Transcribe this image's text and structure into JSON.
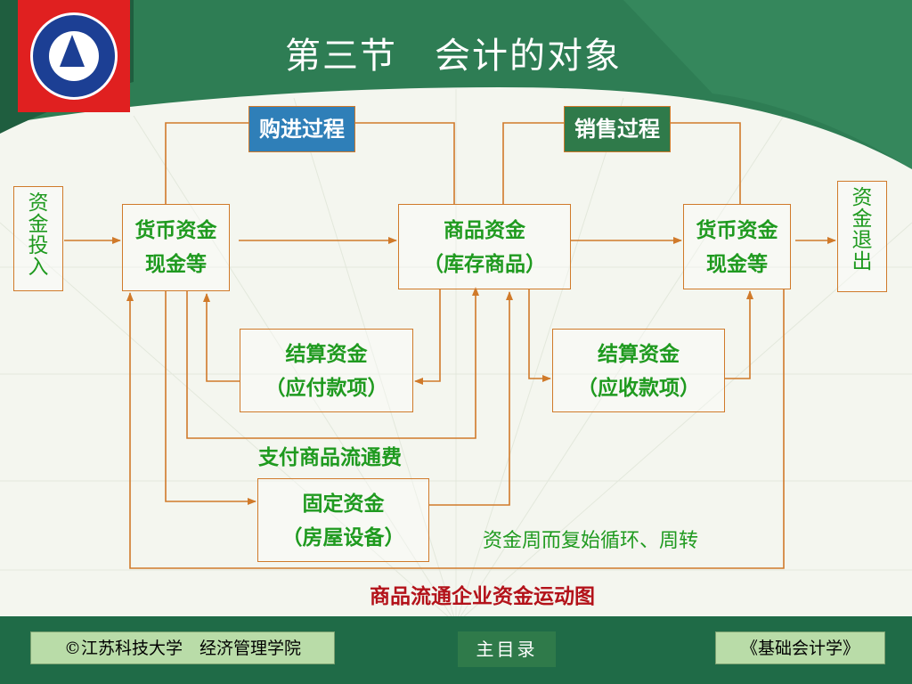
{
  "slide": {
    "title": "第三节　会计的对象",
    "caption": "商品流通企业资金运动图",
    "cycle_note": "资金周而复始循环、周转"
  },
  "nodes": {
    "investment": "资金投入",
    "withdrawal": "资金退出",
    "money_left": {
      "line1": "货币资金",
      "line2": "现金等"
    },
    "goods": {
      "line1": "商品资金",
      "line2": "（库存商品）"
    },
    "money_right": {
      "line1": "货币资金",
      "line2": "现金等"
    },
    "settle_payable": {
      "line1": "结算资金",
      "line2": "（应付款项）"
    },
    "settle_receivable": {
      "line1": "结算资金",
      "line2": "（应收款项）"
    },
    "fixed": {
      "line1": "固定资金",
      "line2": "（房屋设备）"
    },
    "circulation_fee": "支付商品流通费"
  },
  "processes": {
    "purchase": "购进过程",
    "sales": "销售过程"
  },
  "footer": {
    "left": "©江苏科技大学　经济管理学院",
    "menu": "主目录",
    "right": "《基础会计学》"
  },
  "colors": {
    "header_green": "#2e7d54",
    "text_green": "#1f9a1f",
    "line_orange": "#d07a2a",
    "caption_red": "#b3121a",
    "purchase_blue": "#2f7fb8",
    "sales_green": "#2f7a4a"
  }
}
